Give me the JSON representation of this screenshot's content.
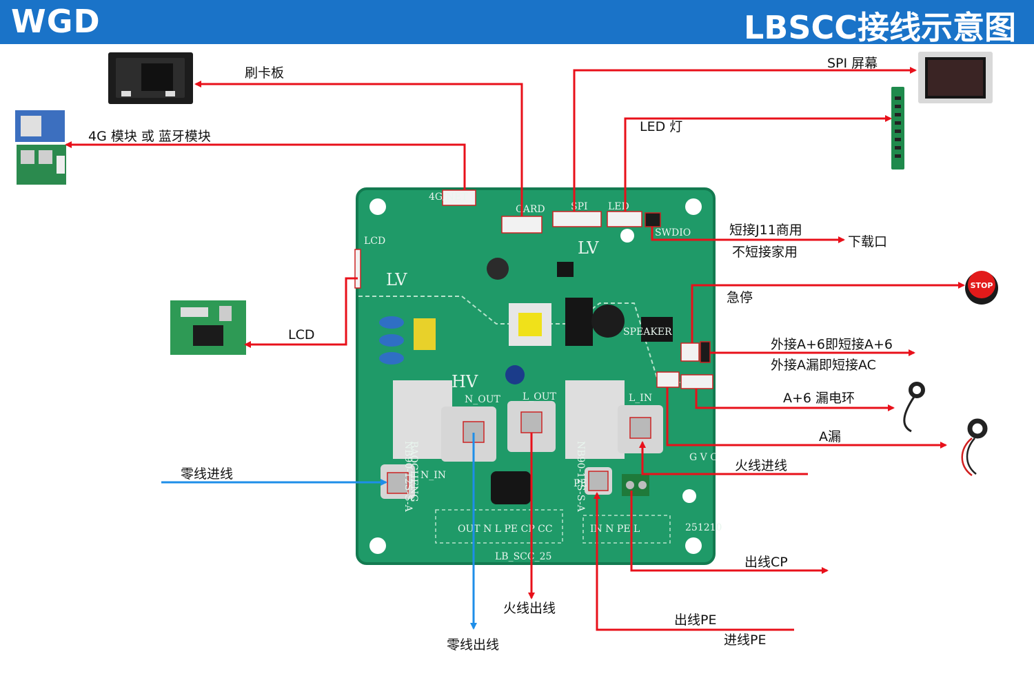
{
  "header": {
    "brand": "WGD",
    "title": "LBSCC接线示意图"
  },
  "colors": {
    "header_bg": "#1a73c8",
    "arrow_red": "#e8101a",
    "arrow_blue": "#1e8ee8",
    "pcb_green": "#1f9a68"
  },
  "labels": {
    "card_board": "刷卡板",
    "module_4g_bt": "4G 模块 或 蓝牙模块",
    "spi_screen": "SPI 屏幕",
    "led_light": "LED 灯",
    "j11_short": "短接J11商用",
    "j11_open": "不短接家用",
    "download_port": "下载口",
    "estop": "急停",
    "ext_a6": "外接A+6即短接A+6",
    "ext_a_leak": "外接A漏即短接AC",
    "a6_ring": "A+6 漏电环",
    "a_leak": "A漏",
    "lcd": "LCD",
    "live_in": "火线进线",
    "neutral_in": "零线进线",
    "out_cp": "出线CP",
    "live_out": "火线出线",
    "out_pe": "出线PE",
    "in_pe": "进线PE",
    "neutral_out": "零线出线",
    "stop_text": "STOP"
  },
  "board_silk": {
    "lcd": "LCD",
    "net": "4G/NET",
    "card": "CARD",
    "spi": "SPI",
    "led": "LED",
    "swdio": "SWDIO",
    "speaker": "SPEAKER",
    "lv1": "LV",
    "lv2": "LV",
    "hv": "HV",
    "n_out": "N_OUT",
    "l_out": "L_OUT",
    "l_in": "L_IN",
    "n_in": "N_IN",
    "term_left": "OUT N L PE CP CC",
    "term_right": "IN N PE L",
    "gvc": "G V C",
    "pe": "PE",
    "board_name": "LB_SCC_25",
    "date": "251210",
    "relay1": "NB90-12S-S-A",
    "relay2": "NB90-12S-S-A",
    "brand_relay": "BAOCHENG"
  }
}
